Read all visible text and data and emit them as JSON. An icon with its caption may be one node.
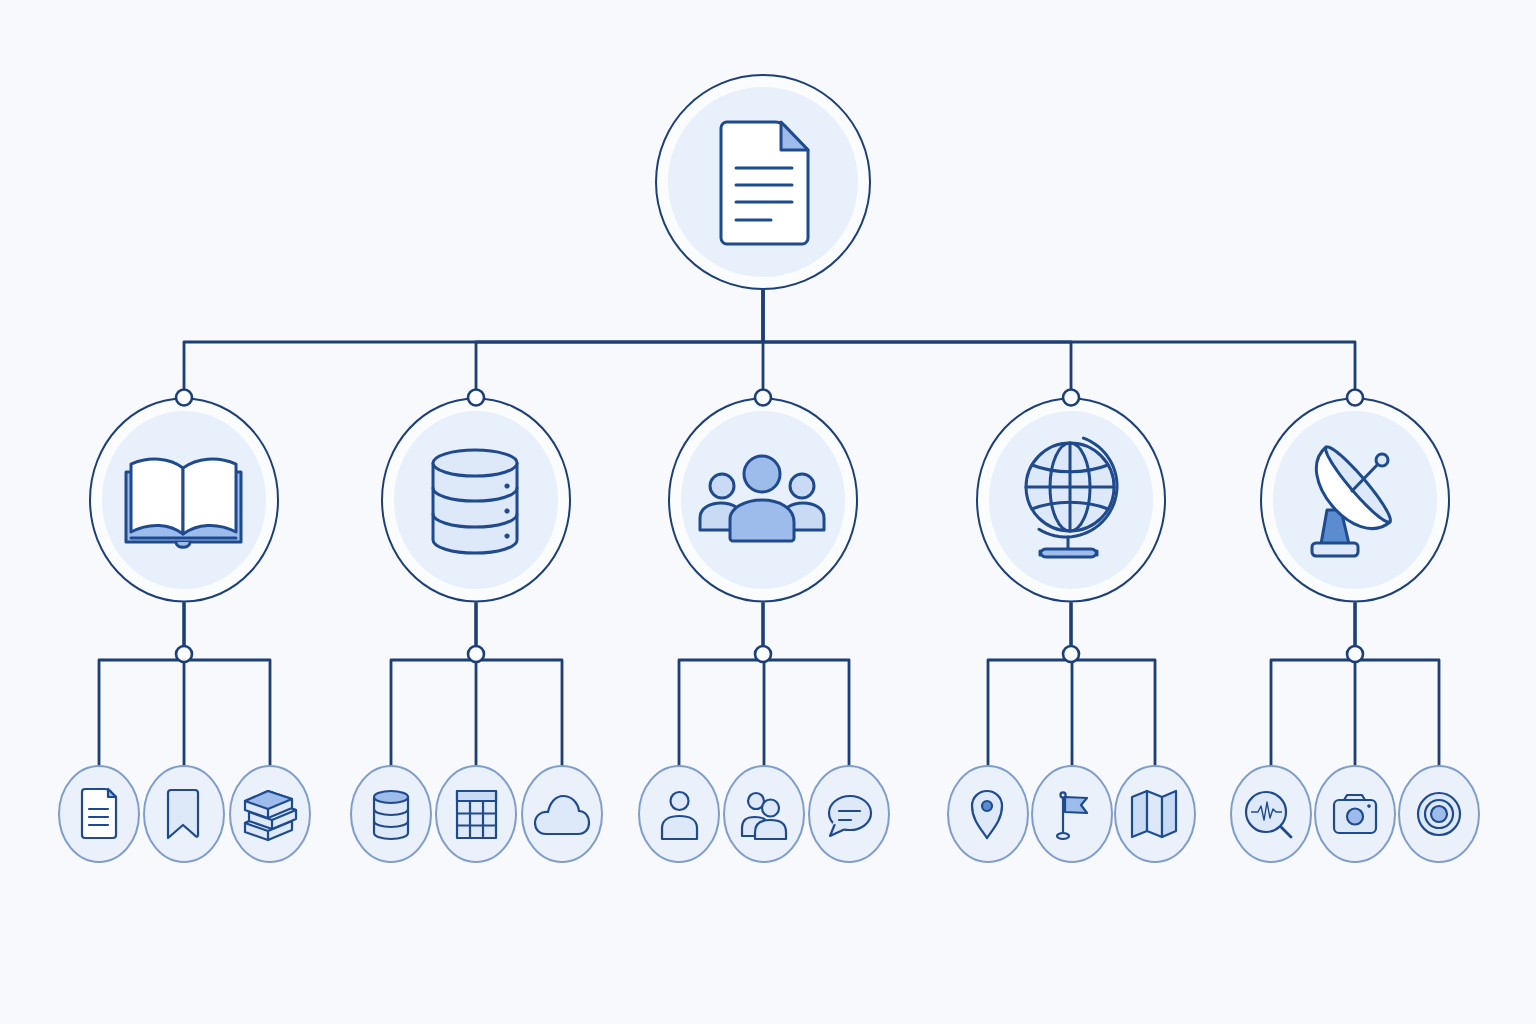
{
  "diagram": {
    "nodes": [
      {
        "text": [],
        "shape": "circle"
      },
      {
        "text": [],
        "shape": "circle"
      },
      {
        "text": [],
        "shape": "circle"
      },
      {
        "text": [],
        "shape": "circle"
      },
      {
        "text": [],
        "shape": "circle"
      },
      {
        "text": [],
        "shape": "circle"
      },
      {
        "text": [],
        "shape": "circle"
      },
      {
        "text": [],
        "shape": "circle"
      },
      {
        "text": [],
        "shape": "circle"
      },
      {
        "text": [],
        "shape": "circle"
      },
      {
        "text": [],
        "shape": "circle"
      },
      {
        "text": [],
        "shape": "circle"
      },
      {
        "text": [],
        "shape": "circle"
      },
      {
        "text": [],
        "shape": "circle"
      },
      {
        "text": [],
        "shape": "circle"
      },
      {
        "text": [],
        "shape": "circle"
      },
      {
        "text": [],
        "shape": "circle"
      },
      {
        "text": [],
        "shape": "circle"
      },
      {
        "text": [],
        "shape": "circle"
      },
      {
        "text": [],
        "shape": "circle"
      },
      {
        "text": [],
        "shape": "circle"
      }
    ],
    "edges": [
      {
        "from": 0,
        "to": 1,
        "arrow": "other"
      },
      {
        "from": 0,
        "to": 2,
        "arrow": "other"
      },
      {
        "from": 0,
        "to": 3,
        "arrow": "other"
      },
      {
        "from": 0,
        "to": 4,
        "arrow": "other"
      },
      {
        "from": 0,
        "to": 5,
        "arrow": "other"
      },
      {
        "from": 1,
        "to": 6,
        "arrow": "none"
      },
      {
        "from": 1,
        "to": 7,
        "arrow": "none"
      },
      {
        "from": 1,
        "to": 8,
        "arrow": "none"
      },
      {
        "from": 2,
        "to": 9,
        "arrow": "none"
      },
      {
        "from": 2,
        "to": 10,
        "arrow": "none"
      },
      {
        "from": 2,
        "to": 11,
        "arrow": "none"
      },
      {
        "from": 3,
        "to": 12,
        "arrow": "none"
      },
      {
        "from": 3,
        "to": 13,
        "arrow": "none"
      },
      {
        "from": 3,
        "to": 14,
        "arrow": "none"
      },
      {
        "from": 4,
        "to": 15,
        "arrow": "none"
      },
      {
        "from": 4,
        "to": 16,
        "arrow": "none"
      },
      {
        "from": 4,
        "to": 17,
        "arrow": "none"
      },
      {
        "from": 5,
        "to": 18,
        "arrow": "none"
      },
      {
        "from": 5,
        "to": 19,
        "arrow": "none"
      },
      {
        "from": 5,
        "to": 20,
        "arrow": "none"
      }
    ]
  }
}
